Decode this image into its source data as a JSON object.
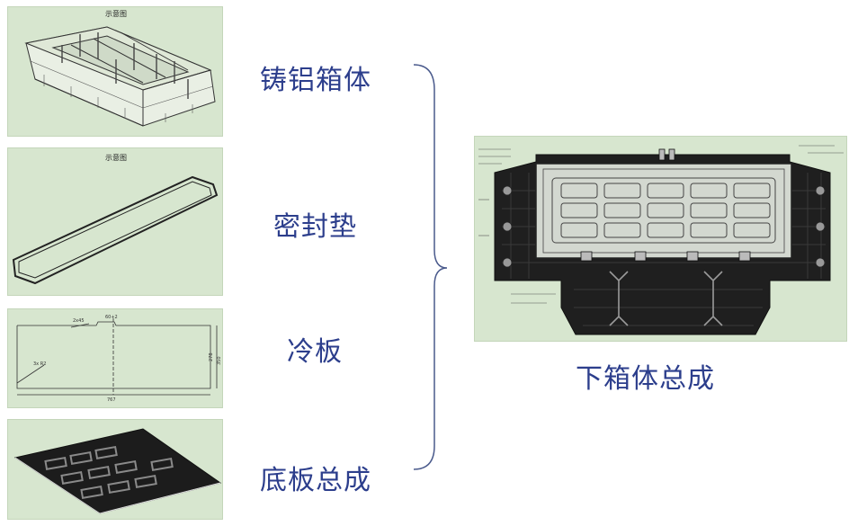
{
  "components": [
    {
      "label": "铸铝箱体",
      "caption": "示意图"
    },
    {
      "label": "密封垫",
      "caption": "示意图"
    },
    {
      "label": "冷板",
      "dimensions": [
        "2x45",
        "3x R2",
        "60+2",
        "767",
        "278",
        "350"
      ]
    },
    {
      "label": "底板总成"
    }
  ],
  "result": {
    "label": "下箱体总成"
  },
  "colors": {
    "label_text": "#2c3e8c",
    "panel_bg": "#d7e6cf",
    "brace": "#4a5a8c"
  }
}
